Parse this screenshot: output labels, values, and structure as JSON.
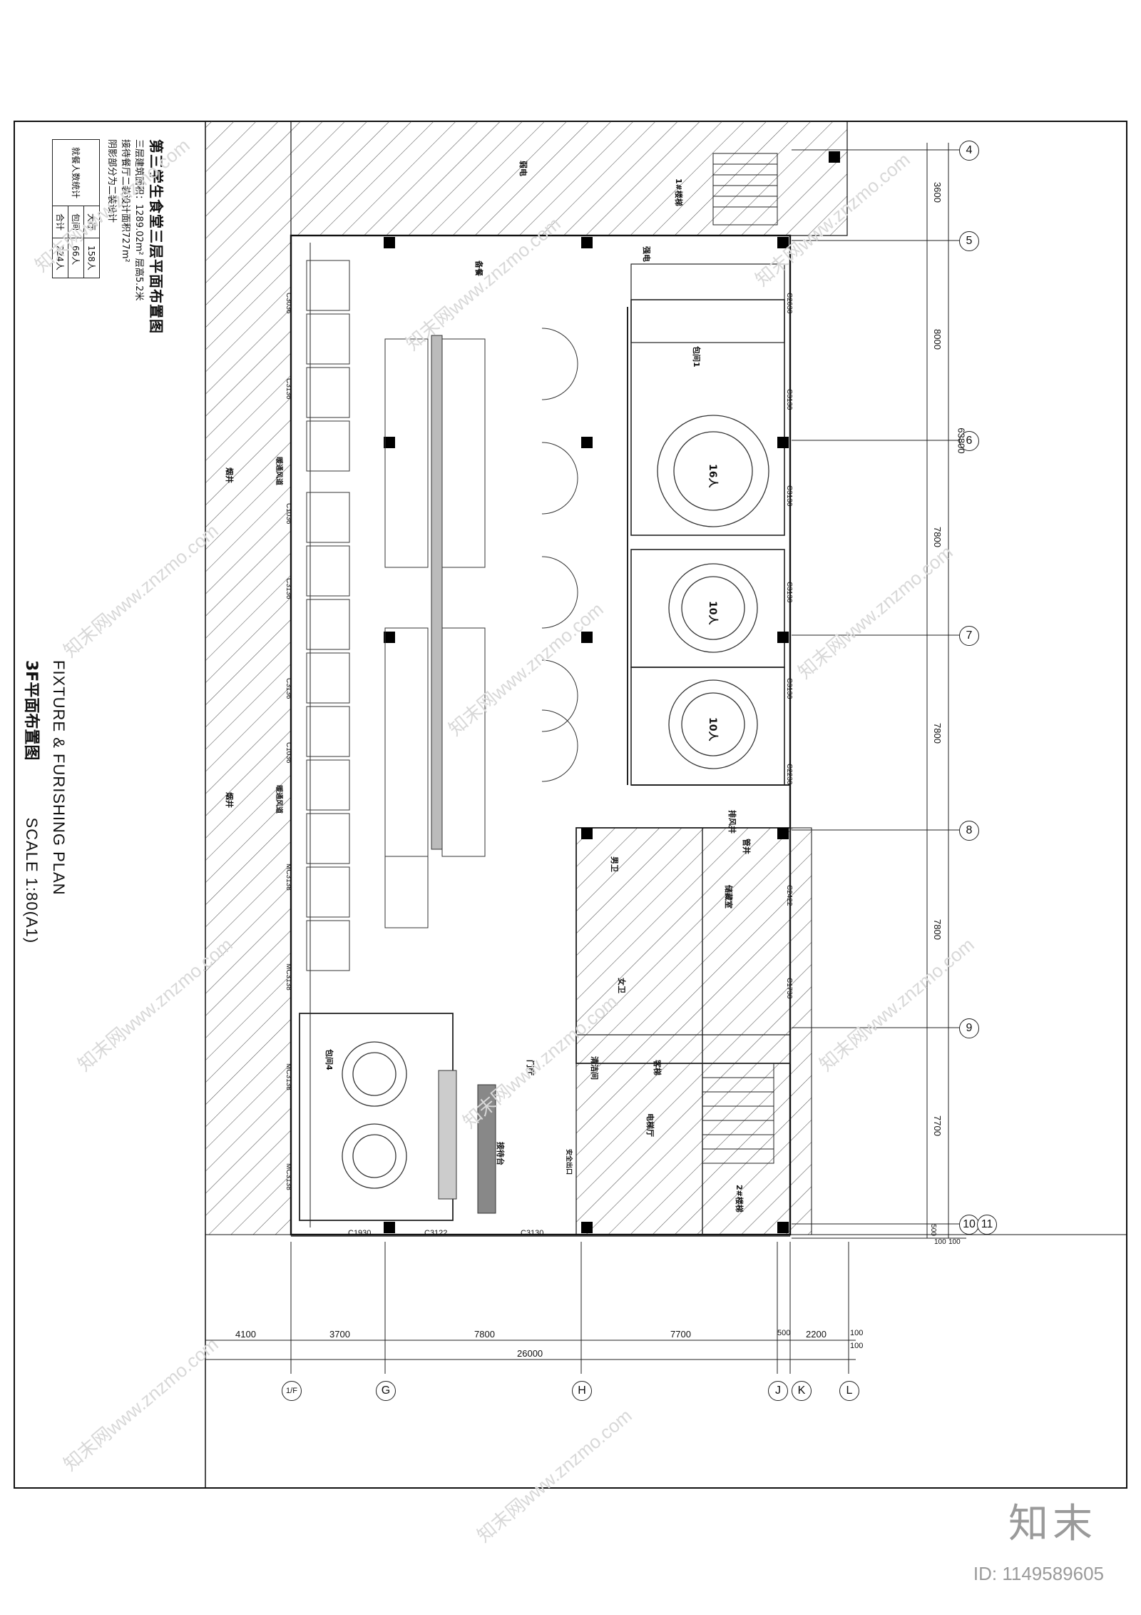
{
  "title_block": {
    "title": "第三学生食堂三层平面布置图",
    "lines": [
      "三层建筑面积：1289.02m²  层高5.2米",
      "接待餐厅二装设计面积727m²",
      "阴影部分为二装设计"
    ],
    "stat_table": {
      "header": "就餐人数统计",
      "rows": [
        [
          "大厅",
          "158人"
        ],
        [
          "包间",
          "66人"
        ],
        [
          "合计",
          "224人"
        ]
      ]
    }
  },
  "plan_title": {
    "en": "FIXTURE & FURISHING PLAN",
    "cn": "3F平面布置图",
    "scale": "SCALE 1:80(A1)"
  },
  "grid_rows": [
    {
      "label": "4"
    },
    {
      "label": "5"
    },
    {
      "label": "6"
    },
    {
      "label": "7"
    },
    {
      "label": "8"
    },
    {
      "label": "9"
    },
    {
      "label": "10"
    },
    {
      "label": "11"
    }
  ],
  "grid_cols": [
    {
      "label": "1/F"
    },
    {
      "label": "G"
    },
    {
      "label": "H"
    },
    {
      "label": "J"
    },
    {
      "label": "K"
    },
    {
      "label": "L"
    }
  ],
  "dims_right": [
    "3600",
    "8000",
    "63800",
    "7800",
    "7800",
    "7800",
    "7700",
    "500",
    "100",
    "100"
  ],
  "dims_bottom": [
    "4100",
    "3700",
    "7800",
    "7700",
    "500",
    "2200",
    "100",
    "100",
    "26000"
  ],
  "rooms": {
    "lobby": "门厅",
    "reception": "接待台",
    "pantry": "备餐",
    "elec": "强电",
    "weak": "弱电",
    "vip1": "包间1",
    "vip4": "包间4",
    "male_wc": "男卫",
    "female_wc": "女卫",
    "lift_hall": "电梯厅",
    "stair1": "1#楼梯",
    "stair2": "2#楼梯",
    "shaft": "排风井",
    "tube": "管井",
    "smoke": "烟井",
    "storage": "储藏室",
    "cleaning": "清洁间",
    "lift": "客梯",
    "fire_exit": "安全出口",
    "warm": "暖通风道",
    "table16": "16人",
    "table10a": "10人",
    "table10b": "10人"
  },
  "windows": [
    "C1930",
    "C3122",
    "C3130",
    "C3036",
    "C3136",
    "C1036",
    "C3136",
    "C3136",
    "C1036",
    "MC3138",
    "MC3138",
    "MC3138",
    "MC3138",
    "C2630",
    "C3130",
    "C3130",
    "C3130",
    "C3130",
    "C2230",
    "C2422",
    "C1730"
  ],
  "watermark": "知末网www.znzmo.com",
  "brand": {
    "logo": "知末",
    "id": "ID: 1149589605"
  },
  "colors": {
    "line": "#1a1a1a",
    "hatch": "#555555",
    "column": "#000000"
  }
}
